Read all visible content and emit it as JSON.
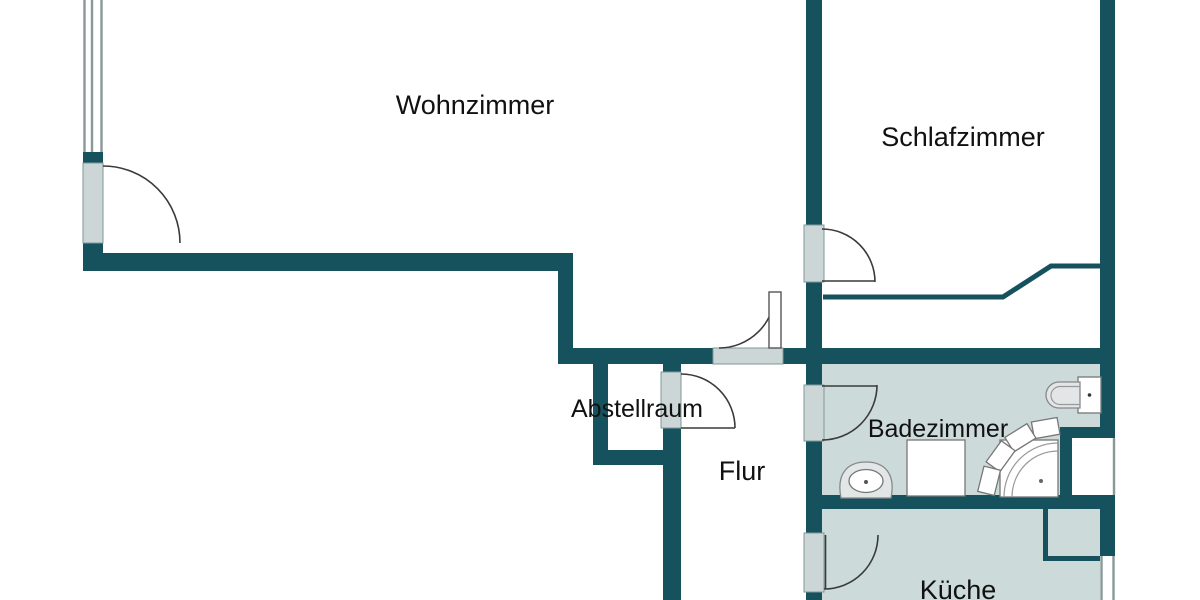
{
  "plan": {
    "type": "apartment-floor-plan",
    "rooms": {
      "wohnzimmer": {
        "label": "Wohnzimmer"
      },
      "schlafzimmer": {
        "label": "Schlafzimmer"
      },
      "abstellraum": {
        "label": "Abstellraum"
      },
      "flur": {
        "label": "Flur"
      },
      "badezimmer": {
        "label": "Badezimmer"
      },
      "kueche": {
        "label": "Küche"
      }
    }
  },
  "colors": {
    "wall": "#16525e",
    "floor-tile": "#ccdada",
    "door-threshold": "#ccd6d6",
    "fixture-light": "#e2e6e6",
    "window-line": "#8a9898",
    "line": "#3a3a3a",
    "text": "#111111",
    "background": "#ffffff"
  }
}
